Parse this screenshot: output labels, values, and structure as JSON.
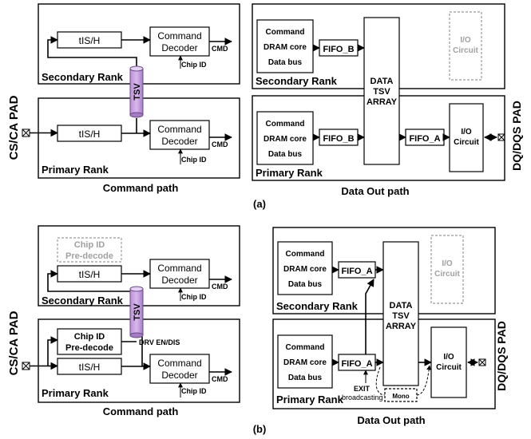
{
  "panel_a": {
    "caption": "(a)",
    "left_pad_label": "CS/CA PAD",
    "right_pad_label": "DQ/DQS PAD",
    "command_path": {
      "title": "Command path",
      "secondary_rank": "Secondary Rank",
      "primary_rank": "Primary Rank",
      "tis_h": "tIS/H",
      "decoder_line1": "Command",
      "decoder_line2": "Decoder",
      "cmd": "CMD",
      "chip_id": "Chip ID",
      "tsv": "TSV"
    },
    "data_path": {
      "title": "Data Out path",
      "secondary_rank": "Secondary Rank",
      "primary_rank": "Primary Rank",
      "core_line1": "Command",
      "core_line2": "DRAM core",
      "core_line3": "Data bus",
      "fifo_b": "FIFO_B",
      "fifo_a": "FIFO_A",
      "tsv_array_line1": "DATA",
      "tsv_array_line2": "TSV",
      "tsv_array_line3": "ARRAY",
      "io_line1": "I/O",
      "io_line2": "Circuit"
    }
  },
  "panel_b": {
    "caption": "(b)",
    "left_pad_label": "CS/CA PAD",
    "right_pad_label": "DQ/DQS PAD",
    "command_path": {
      "title": "Command path",
      "secondary_rank": "Secondary Rank",
      "primary_rank": "Primary Rank",
      "chip_id_predecode_line1": "Chip ID",
      "chip_id_predecode_line2": "Pre-decode",
      "tis_h": "tIS/H",
      "decoder_line1": "Command",
      "decoder_line2": "Decoder",
      "cmd": "CMD",
      "chip_id": "Chip ID",
      "tsv": "TSV",
      "drv": "DRV EN/DIS"
    },
    "data_path": {
      "title": "Data Out path",
      "secondary_rank": "Secondary Rank",
      "primary_rank": "Primary Rank",
      "core_line1": "Command",
      "core_line2": "DRAM core",
      "core_line3": "Data bus",
      "fifo_a": "FIFO_A",
      "tsv_array_line1": "DATA",
      "tsv_array_line2": "TSV",
      "tsv_array_line3": "ARRAY",
      "io_line1": "I/O",
      "io_line2": "Circuit",
      "exit_line1": "EXIT",
      "exit_line2": "broadcasting",
      "mono": "Mono"
    }
  }
}
